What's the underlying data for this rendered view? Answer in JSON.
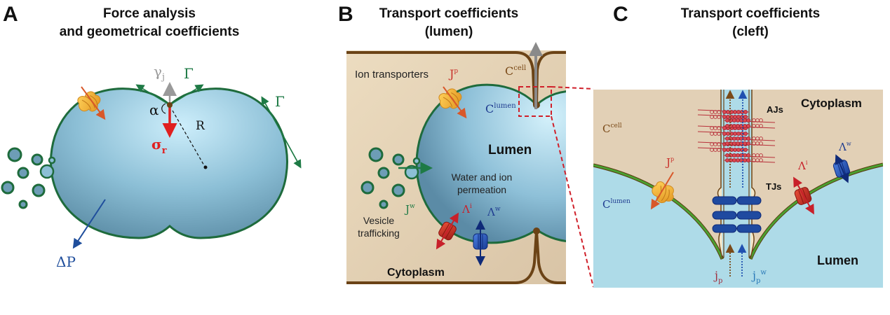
{
  "panels": {
    "a": {
      "letter": "A",
      "title_line1": "Force analysis",
      "title_line2": "and geometrical coefficients",
      "labels": {
        "gamma_j": "γ",
        "gamma_j_sub": "j",
        "Gamma_top": "Γ",
        "Gamma_right": "Γ",
        "alpha": "α",
        "R": "R",
        "sigma": "σ",
        "sigma_sub": "r",
        "deltaP": "ΔP"
      }
    },
    "b": {
      "letter": "B",
      "title_line1": "Transport coefficients",
      "title_line2": "(lumen)",
      "labels": {
        "ion_transporters": "Ion transporters",
        "Jp": "J",
        "Jp_sup": "p",
        "Ccell": "C",
        "Ccell_sup": "cell",
        "Clumen": "C",
        "Clumen_sup": "lumen",
        "lumen": "Lumen",
        "water_ion_1": "Water and ion",
        "water_ion_2": "permeation",
        "vesicle_1": "Vesicle",
        "vesicle_2": "trafficking",
        "Jw": "J",
        "Jw_sup": "w",
        "Lambda_i": "Λ",
        "Lambda_i_sup": "i",
        "Lambda_w": "Λ",
        "Lambda_w_sup": "w",
        "cytoplasm": "Cytoplasm"
      }
    },
    "c": {
      "letter": "C",
      "title_line1": "Transport coefficients",
      "title_line2": "(cleft)",
      "labels": {
        "cytoplasm": "Cytoplasm",
        "AJs": "AJs",
        "TJs": "TJs",
        "Ccell": "C",
        "Ccell_sup": "cell",
        "Clumen": "C",
        "Clumen_sup": "lumen",
        "Jp": "J",
        "Jp_sup": "p",
        "Lambda_i": "Λ",
        "Lambda_i_sup": "i",
        "Lambda_w": "Λ",
        "Lambda_w_sup": "w",
        "lumen": "Lumen",
        "jp": "j",
        "jp_sub": "p",
        "jpw": "j",
        "jpw_sub": "p",
        "jpw_sup": "w"
      }
    }
  },
  "colors": {
    "membrane_green": "#1e6b3c",
    "cell_beige": "#e8d5b9",
    "lumen_blue": "#a9dbe8",
    "cell_border_brown": "#6b4316",
    "force_red": "#e02020",
    "pressure_blue": "#1f4e9c",
    "tension_gray": "#9a9a9a",
    "transporter_orange": "#f0a830",
    "channel_red": "#c8302a",
    "channel_blue": "#2050b0",
    "zoom_box_red": "#d0202a"
  }
}
